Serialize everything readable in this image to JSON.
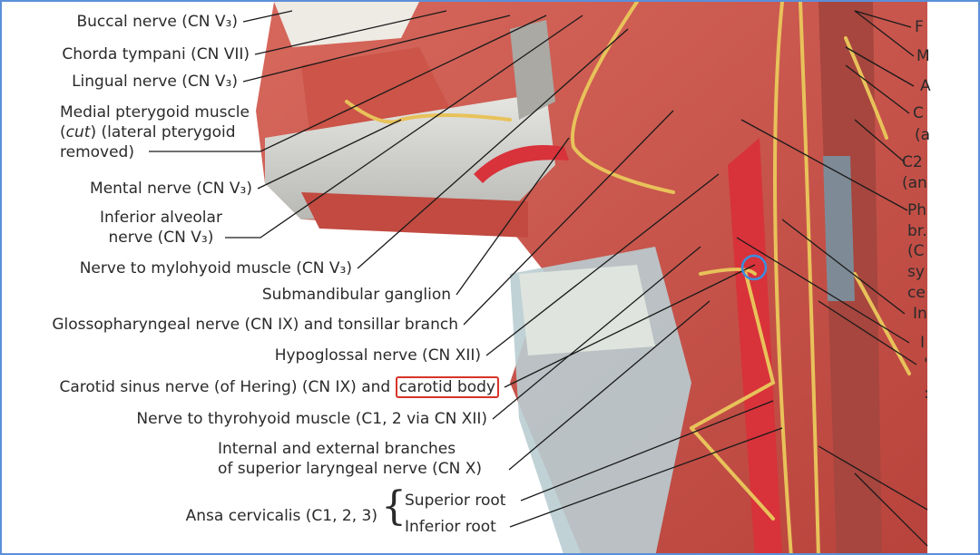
{
  "left_labels": {
    "buccal": "Buccal nerve (CN V₃)",
    "chorda": "Chorda tympani (CN VII)",
    "lingual": "Lingual nerve (CN V₃)",
    "medial_pterygoid_1": "Medial pterygoid muscle",
    "medial_pterygoid_2a": "(",
    "medial_pterygoid_2b": "cut",
    "medial_pterygoid_2c": ") (lateral pterygoid",
    "medial_pterygoid_3": "removed)",
    "mental": "Mental nerve (CN V₃)",
    "inferior_alveolar_1": "Inferior alveolar",
    "inferior_alveolar_2": "nerve (CN V₃)",
    "mylohyoid": "Nerve to mylohyoid muscle (CN V₃)",
    "submandibular": "Submandibular ganglion",
    "glossopharyngeal": "Glossopharyngeal nerve (CN IX) and tonsillar branch",
    "hypoglossal": "Hypoglossal nerve (CN XII)",
    "carotid_sinus": "Carotid sinus nerve (of Hering) (CN IX) and",
    "carotid_body": "carotid body",
    "thyrohyoid": "Nerve to thyrohyoid muscle (C1, 2 via CN XII)",
    "laryngeal_1": "Internal and external branches",
    "laryngeal_2": "of superior laryngeal nerve (CN X)",
    "ansa": "Ansa cervicalis (C1, 2, 3)",
    "superior_root": "Superior root",
    "inferior_root": "Inferior root"
  },
  "right_labels": [
    "F",
    "M",
    "A",
    "C",
    "(a",
    "C2",
    "(an",
    "Ph",
    "br.",
    "(C",
    "sy",
    "ce",
    "In",
    "I",
    "'",
    ":"
  ],
  "colors": {
    "frame": "#5b8fd8",
    "highlight_box": "#d7342a",
    "highlight_circle": "#3a8fe0",
    "muscle": "#c9544a",
    "nerve": "#e8c25a",
    "artery": "#d8323a"
  }
}
